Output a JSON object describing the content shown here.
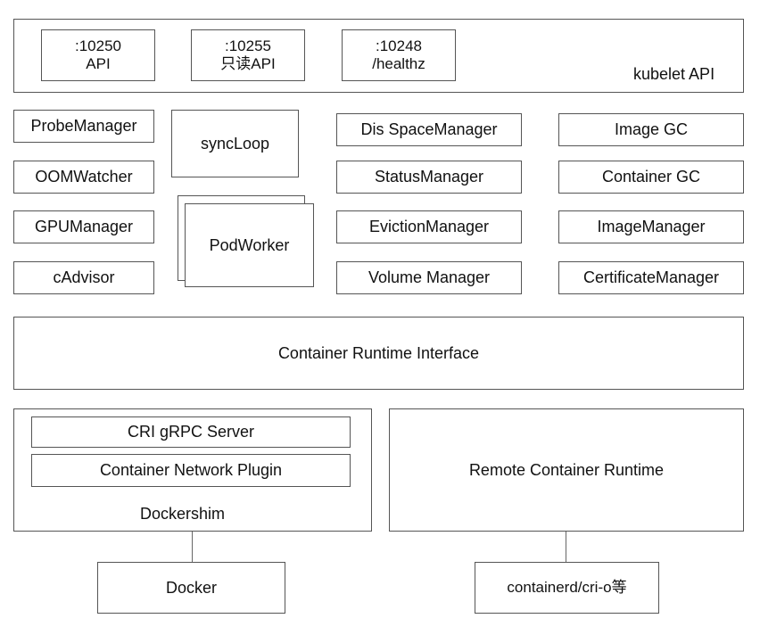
{
  "kubelet_api": {
    "label": "kubelet API",
    "ports": [
      {
        "port": ":10250",
        "name": "API"
      },
      {
        "port": ":10255",
        "name": "只读API"
      },
      {
        "port": ":10248",
        "name": "/healthz"
      }
    ]
  },
  "components": {
    "left": [
      "ProbeManager",
      "OOMWatcher",
      "GPUManager",
      "cAdvisor"
    ],
    "syncloop": "syncLoop",
    "podworker": "PodWorker",
    "middle": [
      "Dis  SpaceManager",
      "StatusManager",
      "EvictionManager",
      "Volume Manager"
    ],
    "right": [
      "Image GC",
      "Container GC",
      "ImageManager",
      "CertificateManager"
    ]
  },
  "cri": "Container Runtime Interface",
  "dockershim": {
    "label": "Dockershim",
    "items": [
      "CRI gRPC Server",
      "Container Network Plugin"
    ]
  },
  "remote_runtime": "Remote Container Runtime",
  "docker": "Docker",
  "containerd": "containerd/cri-o等"
}
